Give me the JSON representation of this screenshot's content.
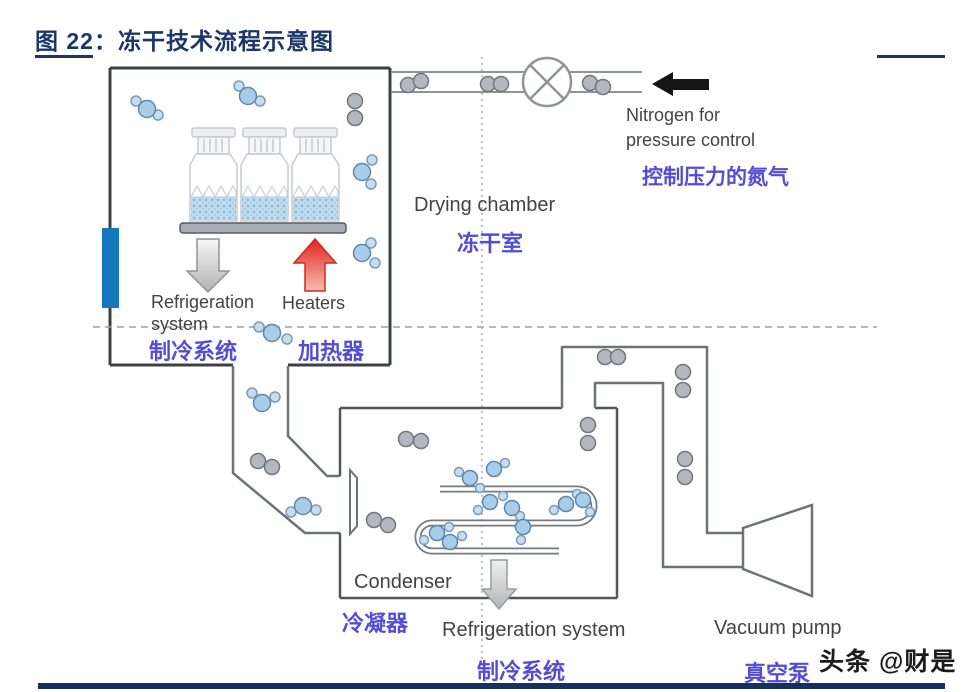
{
  "figure": {
    "title": "图 22：冻干技术流程示意图"
  },
  "labels": {
    "nitrogen": {
      "en1": "Nitrogen for",
      "en2": "pressure control",
      "zh": "控制压力的氮气"
    },
    "drying_chamber": {
      "en": "Drying chamber",
      "zh": "冻干室"
    },
    "refrigeration_chamber": {
      "en1": "Refrigeration",
      "en2": "system",
      "zh": "制冷系统"
    },
    "heaters": {
      "en": "Heaters",
      "zh": "加热器"
    },
    "condenser": {
      "en": "Condenser",
      "zh": "冷凝器"
    },
    "refrigeration_condenser": {
      "en": "Refrigeration system",
      "zh": "制冷系统"
    },
    "vacuum_pump": {
      "en": "Vacuum pump",
      "zh": "真空泵"
    }
  },
  "watermark": "头条 @财是",
  "colors": {
    "title_navy": "#1c3668",
    "label_blue": "#544bd6",
    "text_gray": "#434343",
    "door_blue": "#1478be",
    "heater_red": "#e0241b",
    "footer_bar_navy": "#16305f"
  }
}
